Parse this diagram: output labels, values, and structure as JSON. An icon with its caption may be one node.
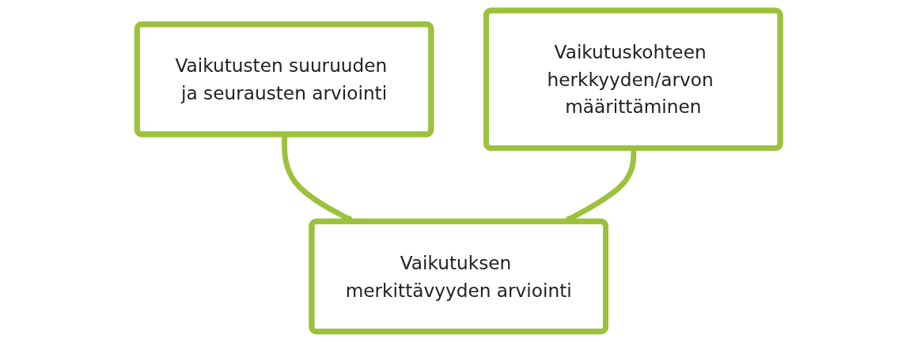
{
  "diagram": {
    "nodes": [
      {
        "text": [
          "Vaikutusten suuruuden ja seurausten arviointi"
        ]
      },
      {
        "text": [
          "Vaikutuskohteen herkkyyden/arvon määrittäminen"
        ]
      },
      {
        "text": [
          "Vaikutuksen merkittävyyden arviointi"
        ]
      }
    ],
    "edges": [
      {
        "from": 0,
        "to": 2,
        "arrow": "to"
      },
      {
        "from": 1,
        "to": 2,
        "arrow": "to"
      }
    ]
  }
}
